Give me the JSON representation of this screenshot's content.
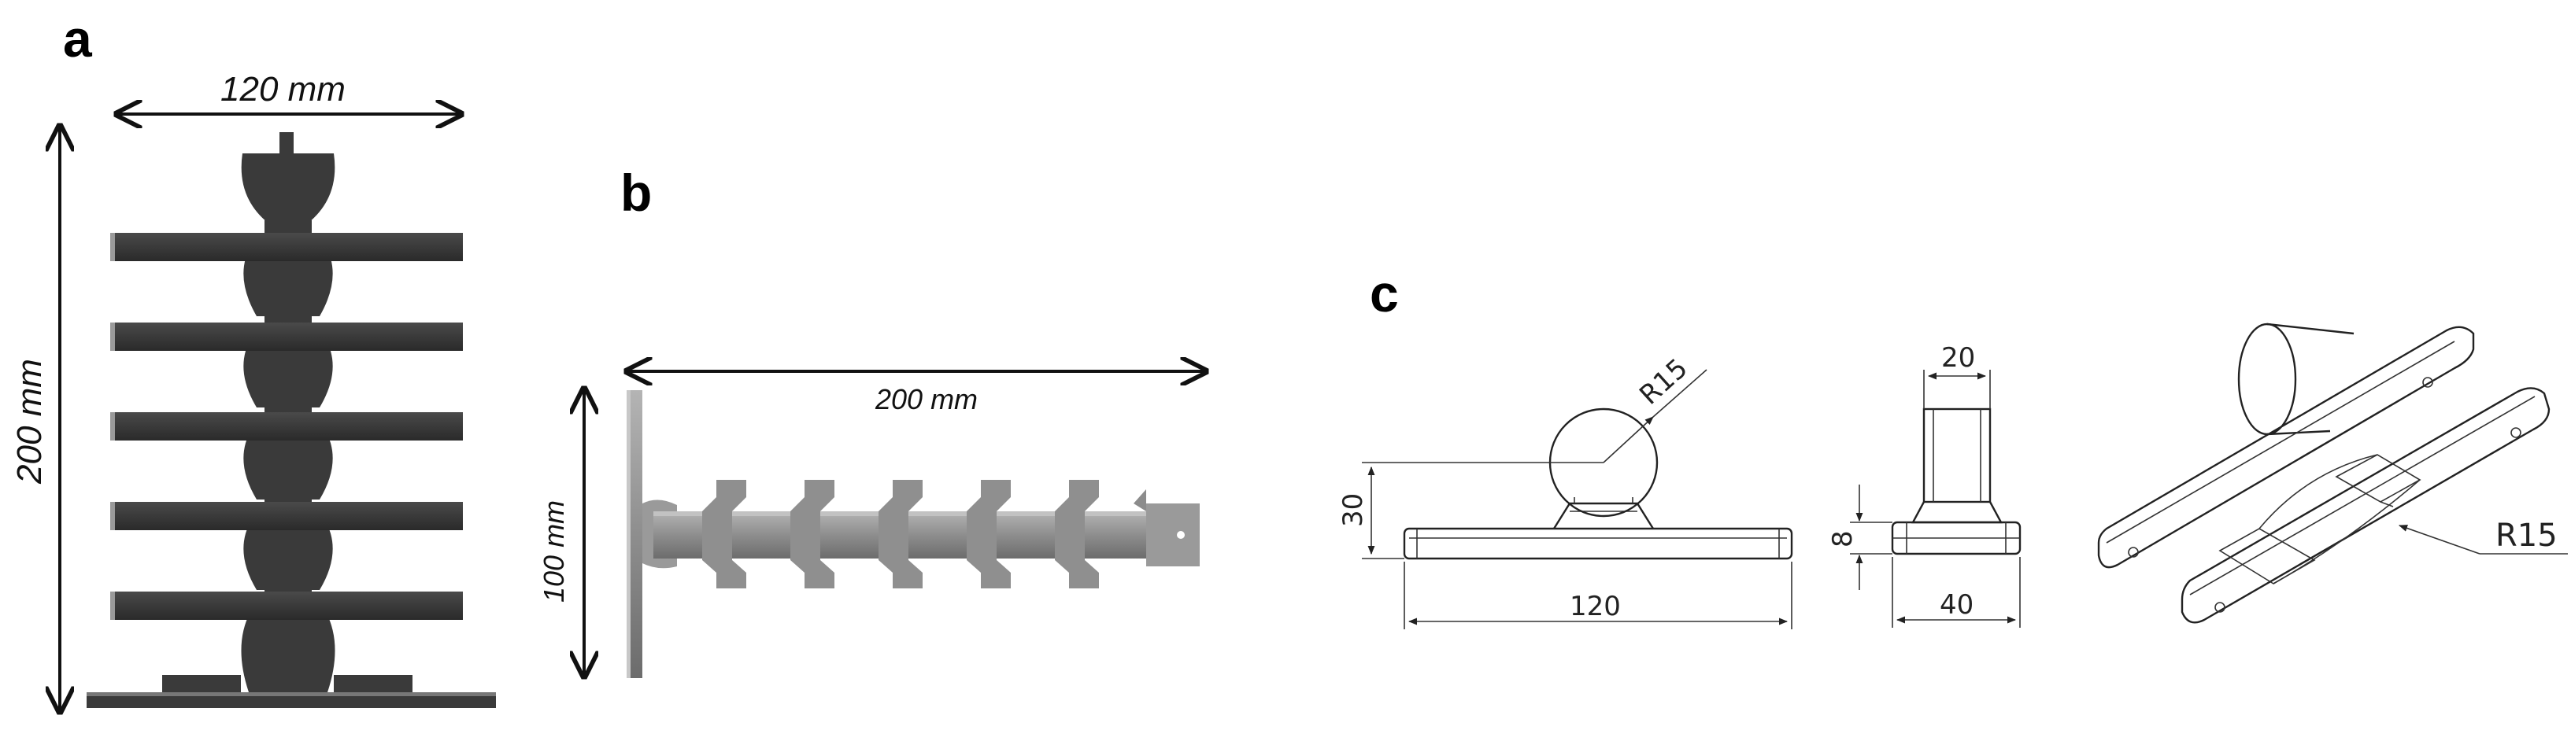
{
  "panels": {
    "a": {
      "letter": "a",
      "width_label": "120 mm",
      "height_label": "200 mm"
    },
    "b": {
      "letter": "b",
      "length_label": "200 mm",
      "height_label": "100 mm"
    },
    "c": {
      "letter": "c",
      "front_view": {
        "radius_label": "R15",
        "height_label": "30",
        "length_label": "120"
      },
      "side_view": {
        "top_label": "20",
        "base_height_label": "8",
        "base_width_label": "40"
      },
      "iso_view": {
        "radius_label": "R15"
      }
    }
  },
  "colors": {
    "part_dark": "#3a3a3a",
    "part_grey": "#8c8c8c",
    "line": "#111111"
  }
}
